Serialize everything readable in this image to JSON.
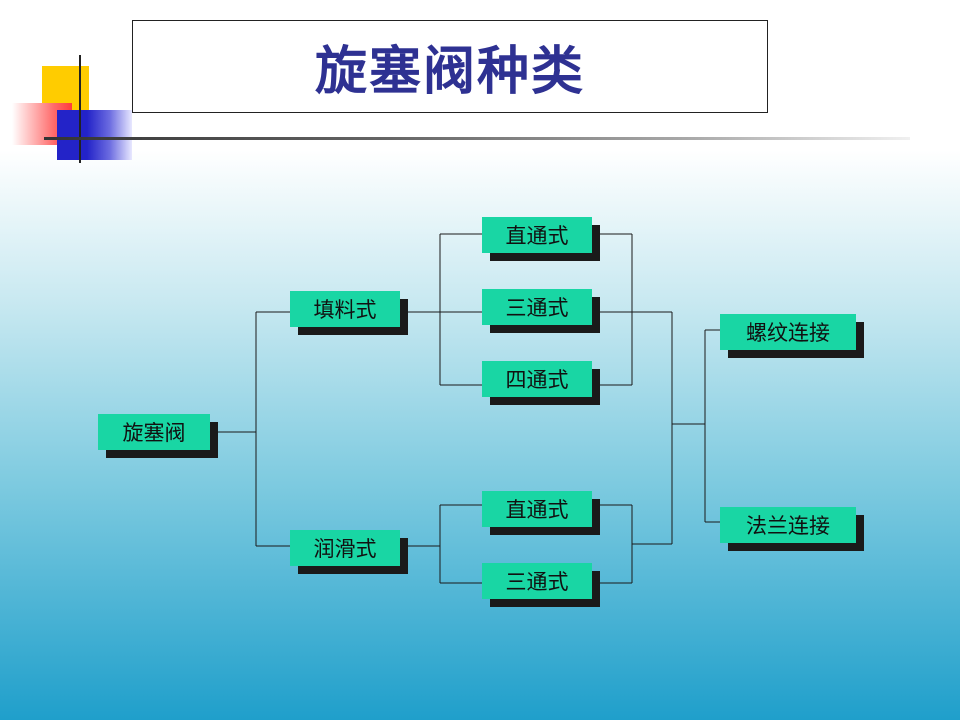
{
  "title": "旋塞阀种类",
  "diagram": {
    "root": "旋塞阀",
    "branches": [
      {
        "label": "填料式",
        "children": [
          "直通式",
          "三通式",
          "四通式"
        ]
      },
      {
        "label": "润滑式",
        "children": [
          "直通式",
          "三通式"
        ]
      }
    ],
    "connections": [
      "螺纹连接",
      "法兰连接"
    ]
  },
  "colors": {
    "node_fill": "#19d6a4",
    "node_shadow": "#1a1a1a",
    "title_text": "#2e3192"
  }
}
